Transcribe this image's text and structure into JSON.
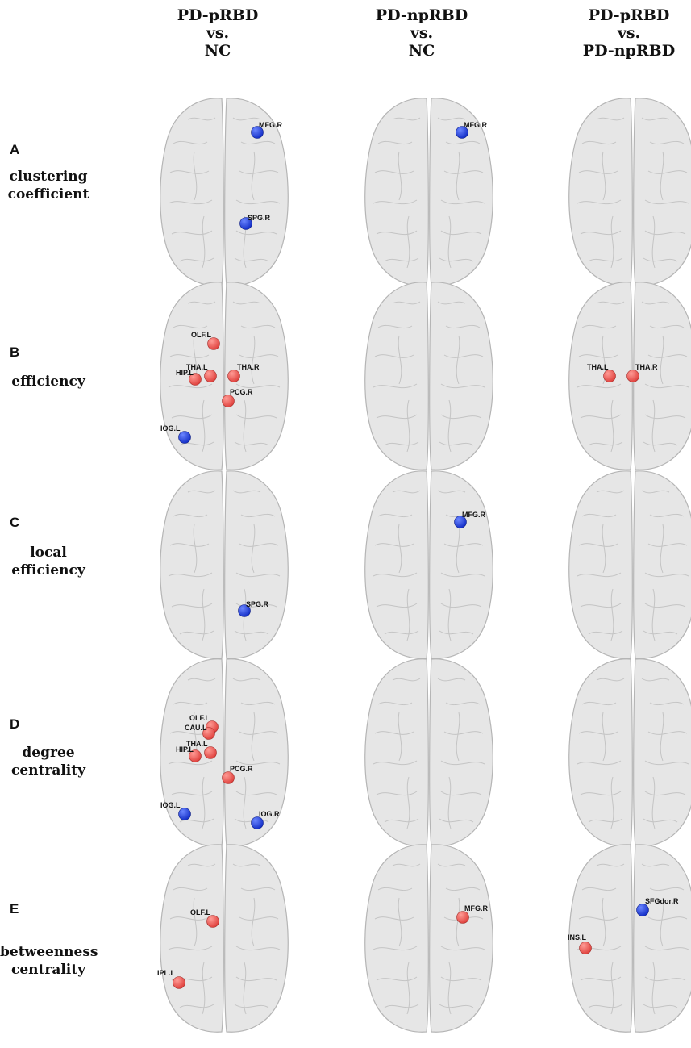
{
  "columns": [
    {
      "line1": "PD-pRBD",
      "line2": "vs.",
      "line3": "NC"
    },
    {
      "line1": "PD-npRBD",
      "line2": "vs.",
      "line3": "NC"
    },
    {
      "line1": "PD-pRBD",
      "line2": "vs.",
      "line3": "PD-npRBD"
    }
  ],
  "rows": [
    {
      "letter": "A",
      "label_line1": "clustering",
      "label_line2": "coefficient"
    },
    {
      "letter": "B",
      "label_line1": "efficiency",
      "label_line2": ""
    },
    {
      "letter": "C",
      "label_line1": "local",
      "label_line2": "efficiency"
    },
    {
      "letter": "D",
      "label_line1": "degree",
      "label_line2": "centrality"
    },
    {
      "letter": "E",
      "label_line1": "betweenness",
      "label_line2": "centrality"
    }
  ],
  "colors": {
    "increase": "#e0433f",
    "decrease": "#1530c8",
    "brain": "#e6e6e6"
  },
  "cells": [
    [
      [
        {
          "label": "MFG.R",
          "color": "decrease"
        },
        {
          "label": "SPG.R",
          "color": "decrease"
        }
      ],
      [
        {
          "label": "MFG.R",
          "color": "decrease"
        }
      ],
      []
    ],
    [
      [
        {
          "label": "OLF.L",
          "color": "increase"
        },
        {
          "label": "HIP.L",
          "color": "increase"
        },
        {
          "label": "THA.L",
          "color": "increase"
        },
        {
          "label": "THA.R",
          "color": "increase"
        },
        {
          "label": "PCG.R",
          "color": "increase"
        },
        {
          "label": "IOG.L",
          "color": "decrease"
        }
      ],
      [],
      [
        {
          "label": "THA.L",
          "color": "increase"
        },
        {
          "label": "THA.R",
          "color": "increase"
        }
      ]
    ],
    [
      [
        {
          "label": "SPG.R",
          "color": "decrease"
        }
      ],
      [
        {
          "label": "MFG.R",
          "color": "decrease"
        }
      ],
      []
    ],
    [
      [
        {
          "label": "OLF.L",
          "color": "increase"
        },
        {
          "label": "CAU.L",
          "color": "increase"
        },
        {
          "label": "HIP.L",
          "color": "increase"
        },
        {
          "label": "THA.L",
          "color": "increase"
        },
        {
          "label": "PCG.R",
          "color": "increase"
        },
        {
          "label": "IOG.L",
          "color": "decrease"
        },
        {
          "label": "IOG.R",
          "color": "decrease"
        }
      ],
      [],
      []
    ],
    [
      [
        {
          "label": "OLF.L",
          "color": "increase"
        },
        {
          "label": "IPL.L",
          "color": "increase"
        }
      ],
      [
        {
          "label": "MFG.R",
          "color": "increase"
        }
      ],
      [
        {
          "label": "SFGdor.R",
          "color": "decrease"
        },
        {
          "label": "INS.L",
          "color": "increase"
        }
      ]
    ]
  ]
}
